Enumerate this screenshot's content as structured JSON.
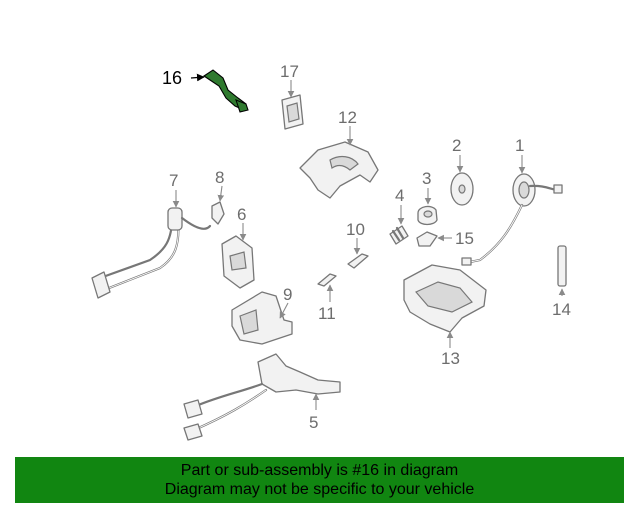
{
  "diagram": {
    "highlight_color": "#2f7a2f",
    "highlighted_part": "16",
    "callouts": {
      "c1": "1",
      "c2": "2",
      "c3": "3",
      "c4": "4",
      "c5": "5",
      "c6": "6",
      "c7": "7",
      "c8": "8",
      "c9": "9",
      "c10": "10",
      "c11": "11",
      "c12": "12",
      "c13": "13",
      "c14": "14",
      "c15": "15",
      "c16": "16",
      "c17": "17"
    }
  },
  "banner": {
    "background": "#118611",
    "line1": "Part or sub-assembly is #16 in diagram",
    "line2": "Diagram may not be specific to your vehicle"
  }
}
